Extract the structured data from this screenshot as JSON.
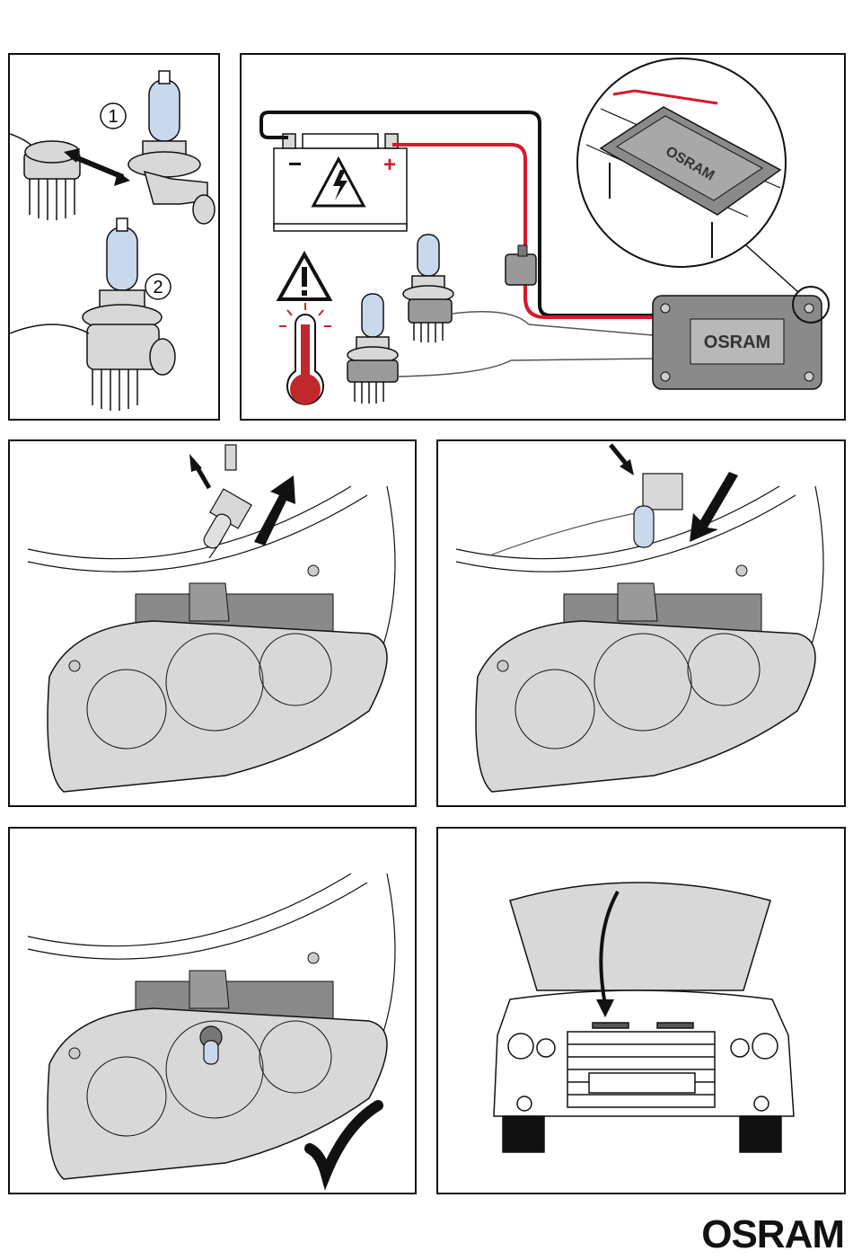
{
  "brand": {
    "logo_text": "OSRAM"
  },
  "steps": {
    "step1_number": "1",
    "step2_number": "2"
  },
  "battery": {
    "minus_sign": "−",
    "plus_sign": "+"
  },
  "control_box": {
    "label": "OSRAM"
  },
  "zoom_box": {
    "label": "OSRAM"
  },
  "colors": {
    "outline": "#111111",
    "positive_wire": "#d7192c",
    "negative_wire": "#111111",
    "bulb_glass": "#c9d8ec",
    "box_gray": "#8a8a8a",
    "thermo_red": "#c0282d",
    "panel_gray": "#d8d8d8"
  },
  "icons": [
    "warning-triangle-icon",
    "high-voltage-icon",
    "thermometer-icon",
    "checkmark-icon",
    "double-arrow-icon",
    "arrow-out-icon",
    "arrow-in-icon",
    "close-hood-arrow-icon"
  ]
}
